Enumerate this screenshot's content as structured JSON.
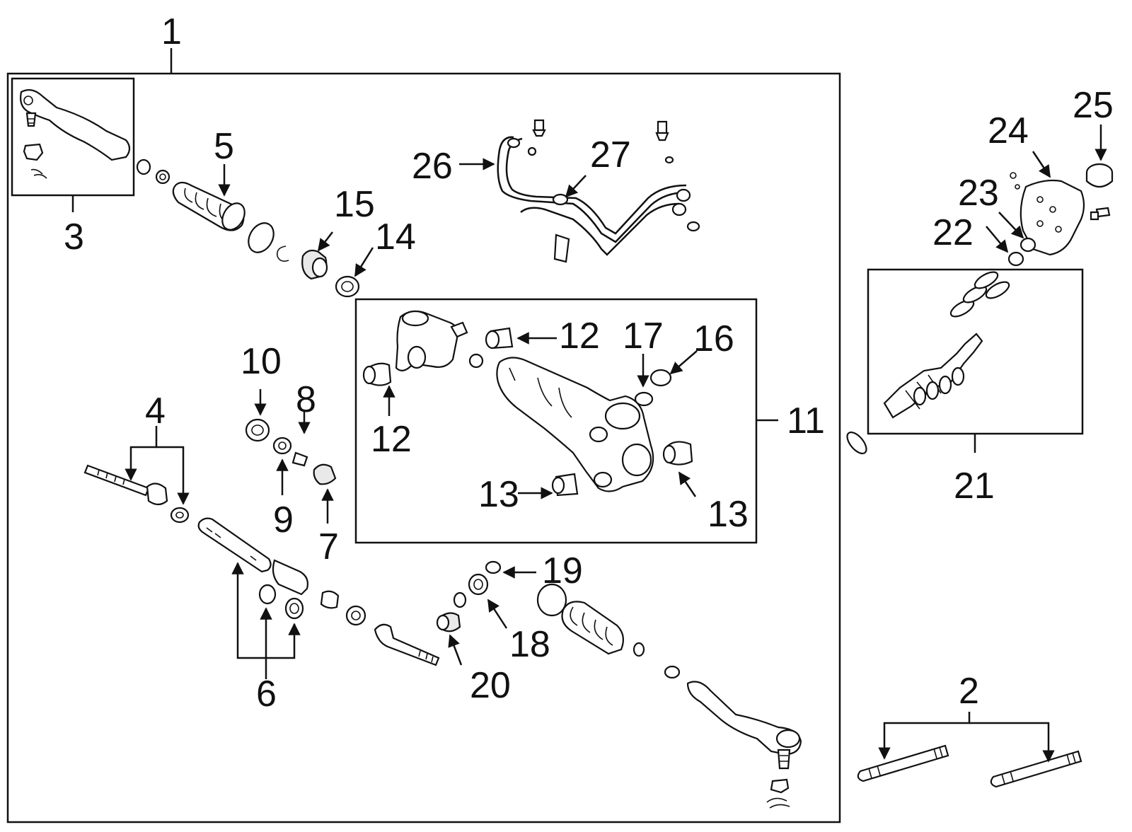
{
  "labels": {
    "l1": "1",
    "l2": "2",
    "l3": "3",
    "l4": "4",
    "l5": "5",
    "l6": "6",
    "l7": "7",
    "l8": "8",
    "l9": "9",
    "l10": "10",
    "l11": "11",
    "l12a": "12",
    "l12b": "12",
    "l13a": "13",
    "l13b": "13",
    "l14": "14",
    "l15": "15",
    "l16": "16",
    "l17": "17",
    "l18": "18",
    "l19": "19",
    "l20": "20",
    "l21": "21",
    "l22": "22",
    "l23": "23",
    "l24": "24",
    "l25": "25",
    "l26": "26",
    "l27": "27"
  },
  "colors": {
    "line": "#111111",
    "background": "#ffffff"
  }
}
